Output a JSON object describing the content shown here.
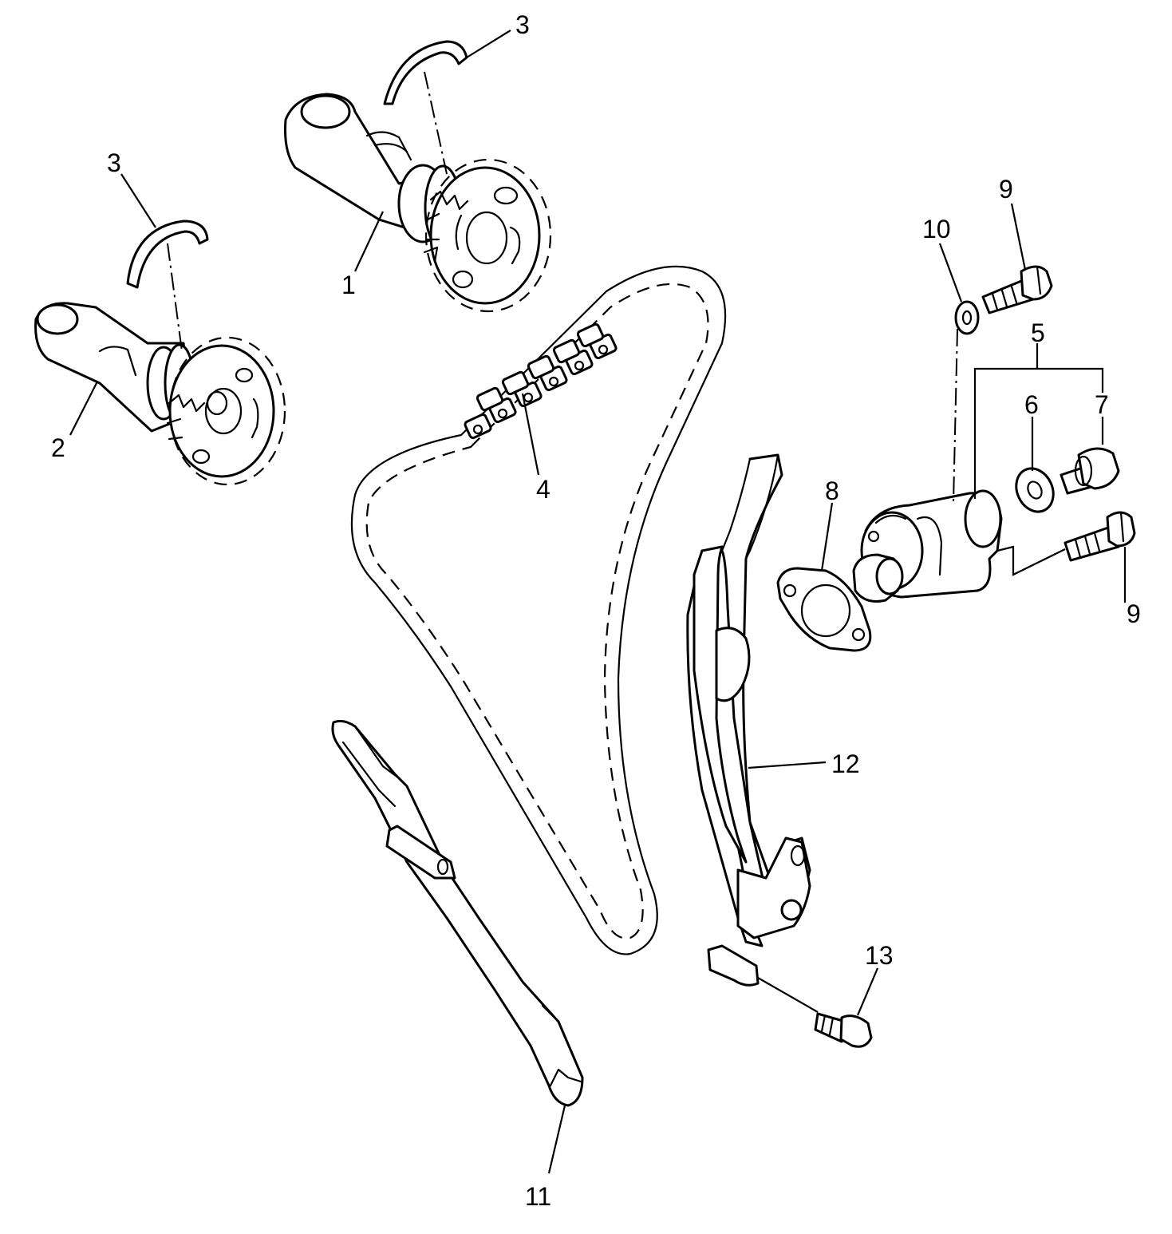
{
  "figure": {
    "colors": {
      "line": "#000000",
      "background": "#ffffff"
    },
    "callouts": {
      "c1": "1",
      "c2": "2",
      "c3a": "3",
      "c3b": "3",
      "c4": "4",
      "c5": "5",
      "c6": "6",
      "c7": "7",
      "c8": "8",
      "c9a": "9",
      "c9b": "9",
      "c10": "10",
      "c11": "11",
      "c12": "12",
      "c13": "13"
    }
  }
}
